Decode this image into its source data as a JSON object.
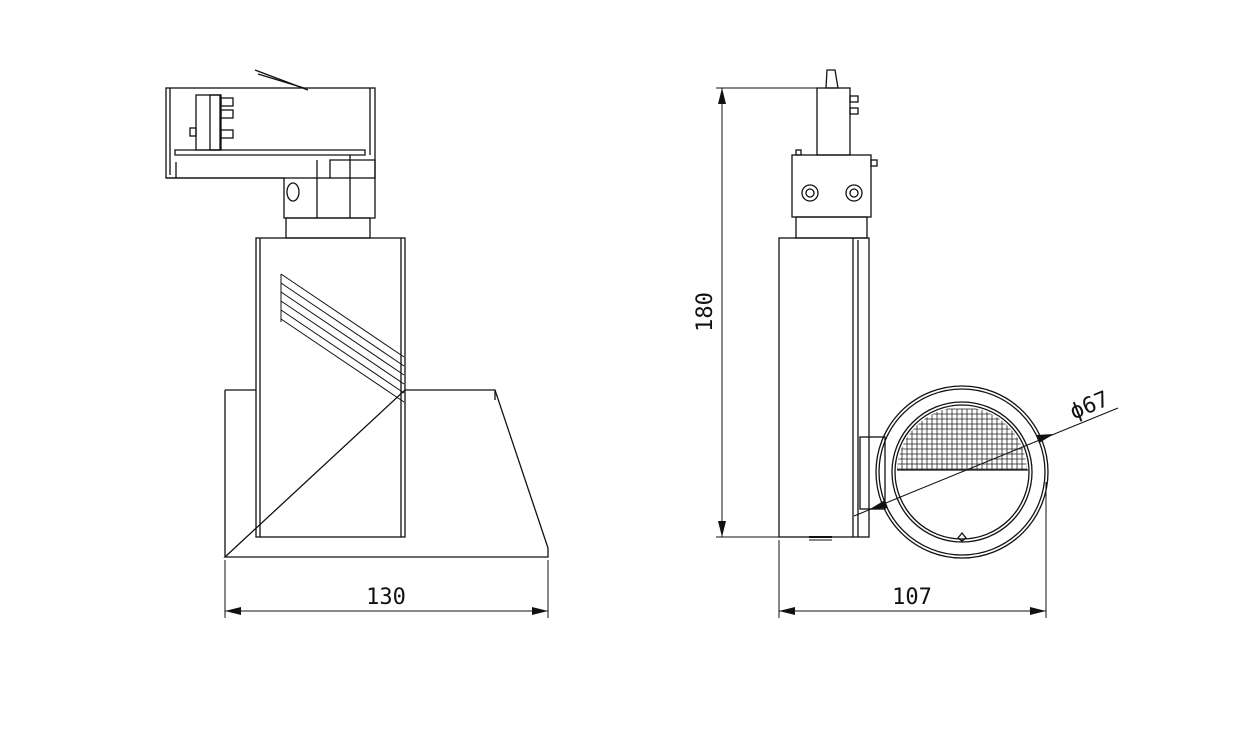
{
  "dimensions": {
    "front_width": "130",
    "side_width": "107",
    "height": "180",
    "lens_diameter": "ϕ67"
  }
}
